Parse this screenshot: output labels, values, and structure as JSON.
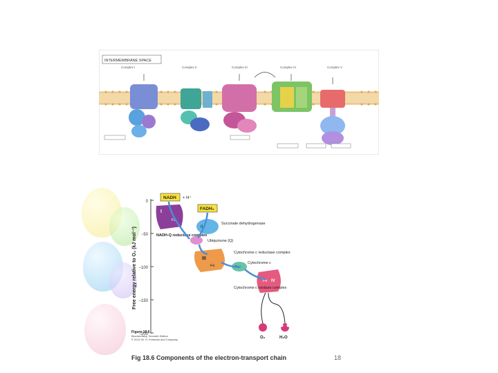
{
  "slide": {
    "caption": "Fig 18.6 Components of the electron-transport chain",
    "page_number": "18"
  },
  "energy_diagram": {
    "y_axis_label": "Free energy relative to O₂ (kJ mol⁻¹)",
    "y_ticks": [
      "0",
      "−50",
      "−100",
      "−150",
      "−200"
    ],
    "nadh_label": "NADH",
    "nadh_suffix": "+ H⁺",
    "fadh2_label": "FADH₂",
    "complex_i_numeral": "I",
    "complex_ii_numeral": "II",
    "complex_iii_numeral": "III",
    "complex_iv_numeral": "IV",
    "fe_label": "Fe",
    "fes_label": "FeS",
    "cu_label": "Cu",
    "succinate_dehydrogenase": "Succinate dehydrogenase",
    "nadh_q_reductase": "NADH-Q reductase complex",
    "ubiquinone": "Ubiquinone (Q)",
    "cytochrome_c_reductase": "Cytochrome c reductase complex",
    "cytochrome_c": "Cytochrome c",
    "cytochrome_c_oxidase": "Cytochrome c oxidase complex",
    "o2_label": "O₂",
    "h2o_label": "H₂O",
    "figure_ref": "Figure 18.6",
    "figure_book": "Biochemistry, Seventh Edition",
    "figure_copyright": "© 2012 W. H. Freeman and Company"
  },
  "membrane_diagram": {
    "banner": "INTERMEMBRANE SPACE",
    "complex_headers": [
      "Complex I",
      "Complex II",
      "Complex III",
      "Complex IV",
      "Complex V"
    ]
  }
}
